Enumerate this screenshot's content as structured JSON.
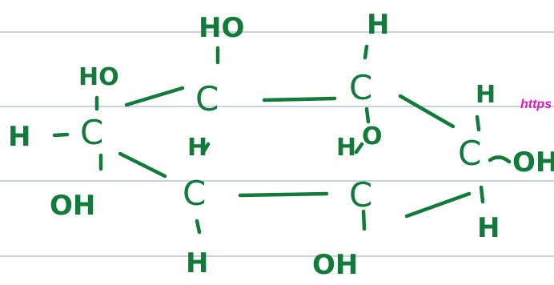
{
  "colors": {
    "ink": "#127a3a",
    "rule": "#a9b6cc",
    "link": "#e01cb4",
    "background": "#ffffff"
  },
  "labels": {
    "c1_top": "HO",
    "c1_left": "H",
    "c1_bottom": "OH",
    "c1": "C",
    "c2_top": "HO",
    "c2": "C",
    "c3_top": "H",
    "c3": "C",
    "c3_bottom": "O",
    "c4_top": "H",
    "c4": "C",
    "c4_right": "OH",
    "c4_bottom": "H",
    "c5_top": "H",
    "c5": "C",
    "c5_bottom": "OH",
    "c6_top": "H",
    "c6": "C",
    "c6_bottom": "H"
  },
  "watermark": "https"
}
